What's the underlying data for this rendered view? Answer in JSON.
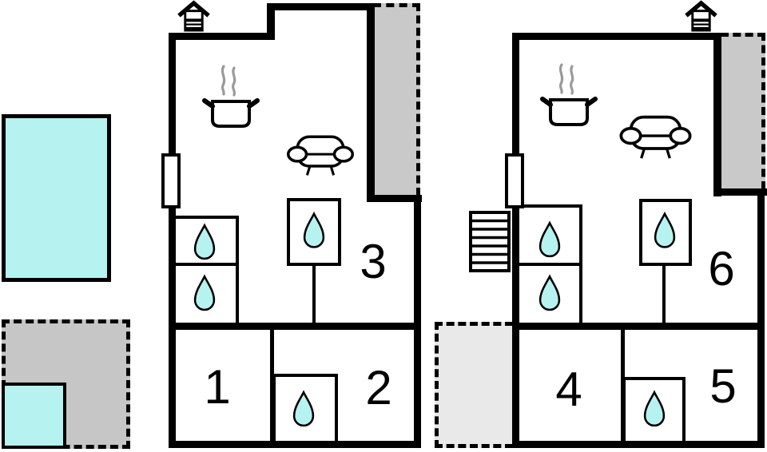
{
  "page": {
    "type": "floor-plan",
    "description": "Holiday home floor plan: two storeys with numbered rooms, bathrooms (water drops), kitchen stove, sofa, fireplace chimneys, stairs, balconies, terraces, swimming pool and hot tub"
  },
  "colors": {
    "water": "#b6f2f0",
    "balcony": "#c9c9c9",
    "terrace": "#c6c6c6",
    "terrace-light": "#e9e9e9",
    "steam": "#9a9a9a",
    "wall": "#000000",
    "background": "#ffffff"
  },
  "floors": [
    {
      "id": "floor-1",
      "rooms": [
        {
          "number": "1"
        },
        {
          "number": "2"
        },
        {
          "number": "3"
        }
      ],
      "features": [
        "chimney",
        "stove",
        "sofa",
        "entrance-door",
        "balcony",
        "three-water-drops"
      ]
    },
    {
      "id": "floor-2",
      "rooms": [
        {
          "number": "4"
        },
        {
          "number": "5"
        },
        {
          "number": "6"
        }
      ],
      "features": [
        "chimney",
        "stove",
        "sofa",
        "entrance-door",
        "stairs",
        "balcony",
        "terrace",
        "three-water-drops"
      ]
    }
  ],
  "outdoor": {
    "pool": "swimming-pool",
    "terrace": "terrace",
    "hot_tub": "hot-tub"
  },
  "icon_names": {
    "chimney": "fireplace-chimney-icon",
    "stove": "cooking-pot-steam-icon",
    "sofa": "sofa-icon",
    "drop": "water-drop-icon",
    "stairs": "stairs-icon",
    "door": "door-opening-icon"
  }
}
